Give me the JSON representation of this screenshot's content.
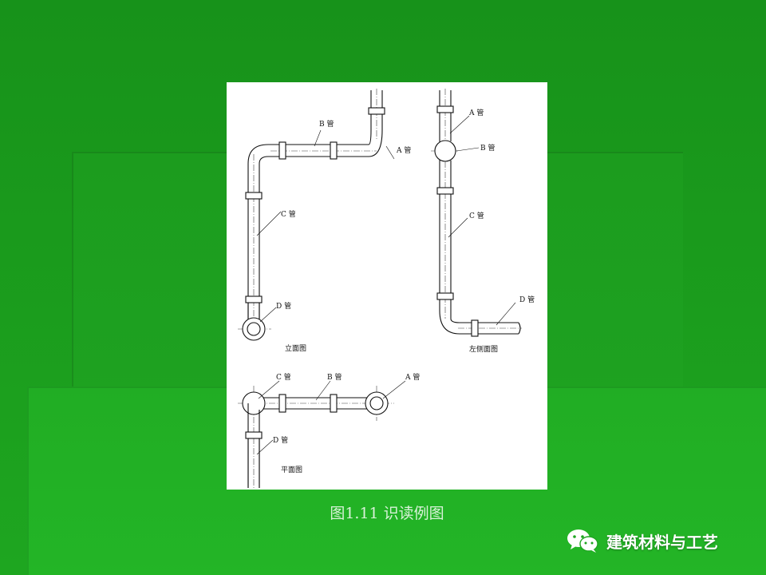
{
  "caption": "图1.11  识读例图",
  "watermark": {
    "icon": "wechat-icon",
    "text": "建筑材料与工艺"
  },
  "diagram": {
    "elevation": {
      "title": "立面图",
      "labels": {
        "a": "A 管",
        "b": "B 管",
        "c": "C 管",
        "d": "D 管"
      }
    },
    "side": {
      "title": "左侧面图",
      "labels": {
        "a": "A 管",
        "b": "B 管",
        "c": "C 管",
        "d": "D 管"
      }
    },
    "plan": {
      "title": "平面图",
      "labels": {
        "a": "A 管",
        "b": "B 管",
        "c": "C 管",
        "d": "D 管"
      }
    }
  }
}
